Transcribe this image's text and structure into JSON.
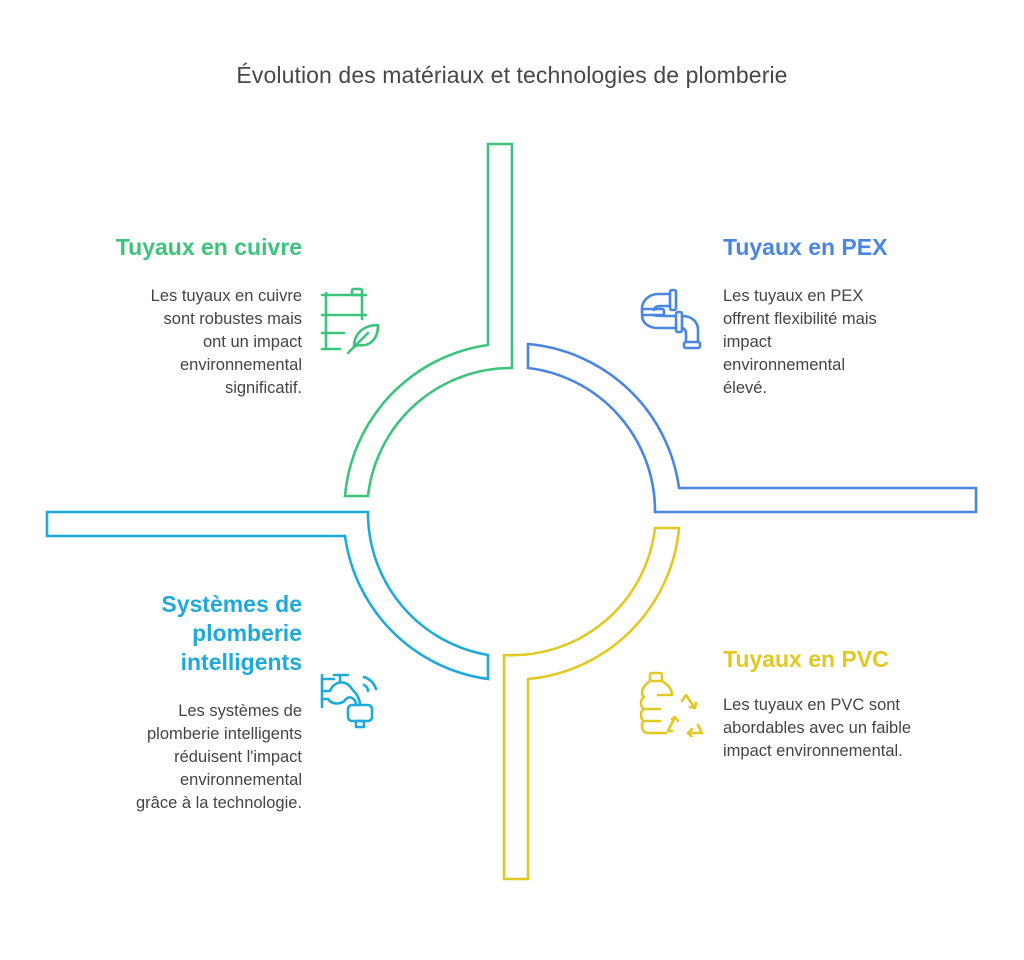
{
  "title": "Évolution des matériaux et technologies de plomberie",
  "colors": {
    "copper": "#3CC47C",
    "pex": "#4A86E0",
    "smart": "#1EAAD9",
    "pvc": "#E2C822",
    "text": "#444444"
  },
  "sections": [
    {
      "id": "copper",
      "heading": "Tuyaux en cuivre",
      "description_lines": [
        "Les tuyaux en cuivre",
        "sont robustes mais",
        "ont un impact",
        "environnemental",
        "significatif."
      ],
      "icon": "pipe-leaf-icon"
    },
    {
      "id": "pex",
      "heading": "Tuyaux en PEX",
      "description_lines": [
        "Les tuyaux en PEX",
        "offrent flexibilité mais",
        "impact",
        "environnemental",
        "élevé."
      ],
      "icon": "bent-pipe-icon"
    },
    {
      "id": "smart",
      "heading_lines": [
        "Systèmes de",
        "plomberie",
        "intelligents"
      ],
      "description_lines": [
        "Les systèmes de",
        "plomberie intelligents",
        "réduisent l'impact",
        "environnemental",
        "grâce à la technologie."
      ],
      "icon": "smart-faucet-icon"
    },
    {
      "id": "pvc",
      "heading": "Tuyaux en PVC",
      "description_lines": [
        "Les tuyaux en PVC sont",
        "abordables avec un faible",
        "impact environnemental."
      ],
      "icon": "bottle-recycle-icon"
    }
  ]
}
